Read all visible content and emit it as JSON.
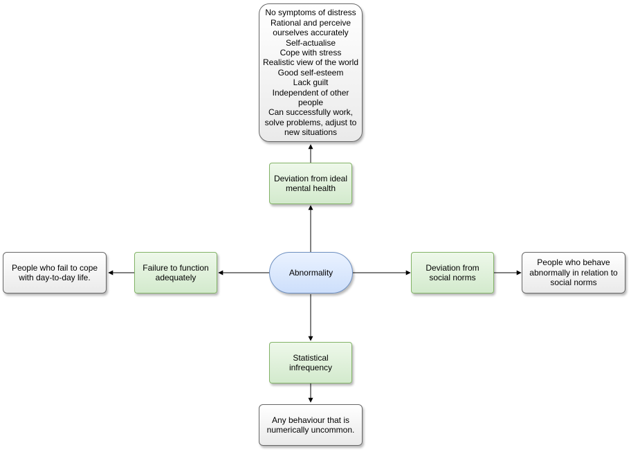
{
  "center": {
    "label": "Abnormality"
  },
  "definitions": {
    "ideal": "Deviation from ideal mental health",
    "failure": "Failure to function adequately",
    "social": "Deviation from social norms",
    "statistical": "Statistical infrequency"
  },
  "descriptions": {
    "ideal_lines": [
      "No symptoms of distress",
      "Rational and perceive ourselves accurately",
      "Self-actualise",
      "Cope with stress",
      "Realistic view of the world",
      "Good self-esteem",
      "Lack guilt",
      "Independent of other people",
      "Can successfully work, solve problems, adjust to new situations"
    ],
    "failure": "People who fail to cope with day-to-day life.",
    "social": "People who behave abnormally in relation to social norms",
    "statistical": "Any behaviour that is numerically uncommon."
  },
  "colors": {
    "green_stroke": "#82b366",
    "grey_stroke": "#666666",
    "blue_stroke": "#6c8ebf",
    "edge": "#000000"
  }
}
